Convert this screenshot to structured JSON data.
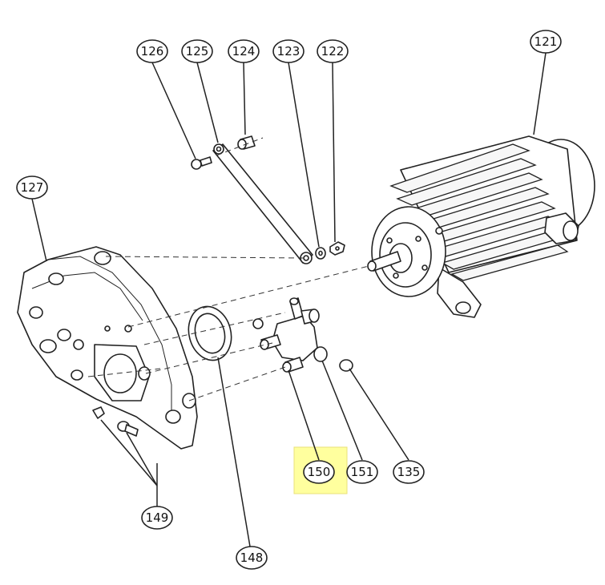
{
  "callouts": {
    "c121": "121",
    "c122": "122",
    "c123": "123",
    "c124": "124",
    "c125": "125",
    "c126": "126",
    "c127": "127",
    "c135": "135",
    "c148": "148",
    "c149": "149",
    "c150": "150",
    "c151": "151"
  },
  "highlighted_callout": "150",
  "colors": {
    "highlight": "#ffff9e",
    "line": "#222222",
    "background": "#ffffff"
  }
}
